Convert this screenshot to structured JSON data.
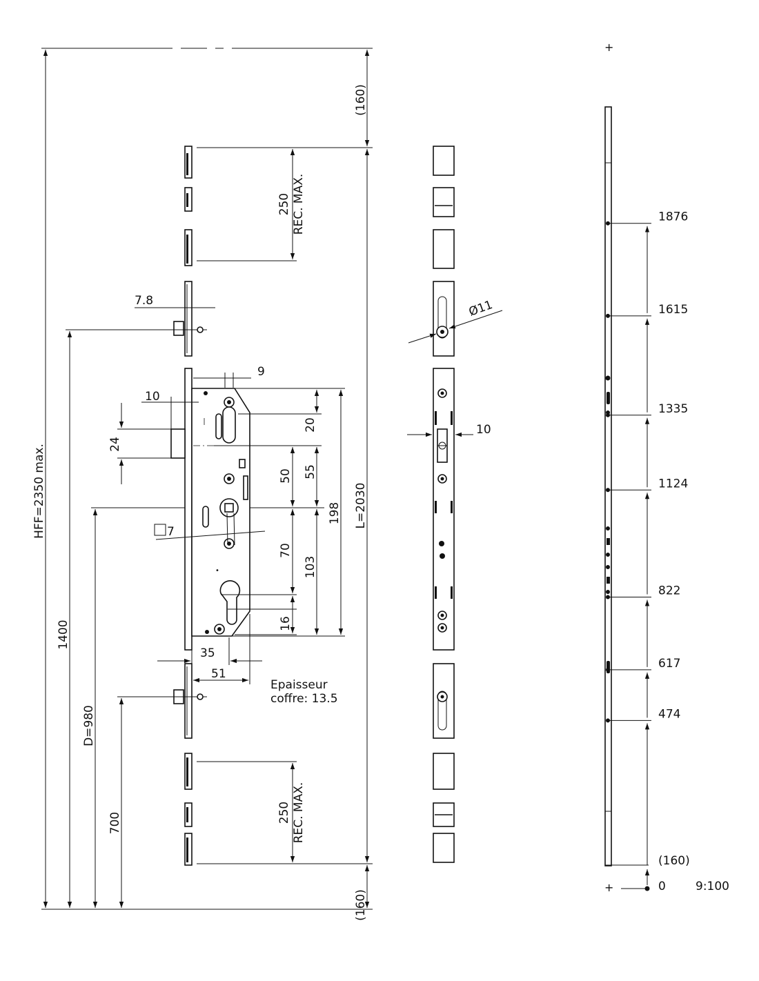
{
  "front_view": {
    "hff": "HFF=2350 max.",
    "top_offset": "(160)",
    "bottom_offset": "(160)",
    "length": "L=2030",
    "height_1400": "1400",
    "height_d": "D=980",
    "height_700": "700",
    "dim_7_8": "7.8",
    "dim_9": "9",
    "dim_10": "10",
    "dim_24": "24",
    "dim_20": "20",
    "dim_50": "50",
    "dim_55": "55",
    "dim_198": "198",
    "dim_square": "7",
    "dim_70": "70",
    "dim_103": "103",
    "dim_16": "16",
    "dim_35": "35",
    "dim_51": "51",
    "rec_top_value": "250",
    "rec_top_label": "REC. MAX.",
    "rec_bottom_value": "250",
    "rec_bottom_label": "REC. MAX.",
    "thickness_line1": "Epaisseur",
    "thickness_line2": "coffre: 13.5"
  },
  "side_view": {
    "diameter": "Ø11",
    "dim_10": "10"
  },
  "rail_view": {
    "marks": [
      "1876",
      "1615",
      "1335",
      "1124",
      "822",
      "617",
      "474",
      "(160)",
      "0"
    ],
    "scale": "9:100"
  }
}
